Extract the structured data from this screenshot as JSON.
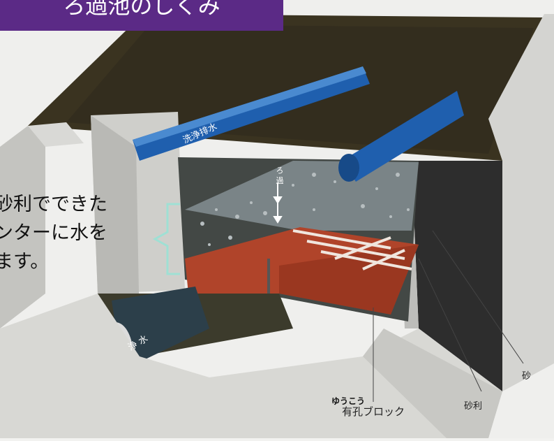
{
  "title": "ろ過池のしくみ",
  "caption_lines": [
    "砂利でできた",
    "ンターに水を",
    "ます。"
  ],
  "labels": {
    "wash_drain": "洗浄排水",
    "filtration": "ろ 過",
    "clean_water": "浄 水",
    "block_reading": "ゆうこう",
    "block": "有孔ブロック",
    "gravel": "砂利",
    "sand": "砂"
  },
  "colors": {
    "banner": "#5b2a86",
    "trough": "#1f5fae",
    "brick": "#b0442a",
    "gravel": "#8c9598",
    "concrete": "#cfd0cc",
    "bracket": "#9fe0d4"
  }
}
